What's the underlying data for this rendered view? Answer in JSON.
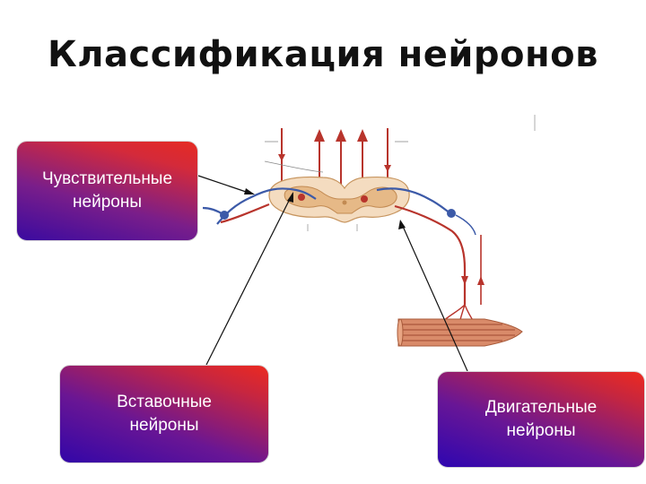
{
  "slide": {
    "title": "Классификация нейронов"
  },
  "labels": {
    "sensory": "Чувствительные\nнейроны",
    "interneuron": "Вставочные\nнейроны",
    "motor": "Двигательные\nнейроны"
  },
  "colors": {
    "box_gradient_start": "#3a0aa0",
    "box_gradient_end": "#e62b22",
    "nerve_red": "#b8342c",
    "nerve_blue": "#3c5aa8",
    "gray_matter": "#e9c49a",
    "white_matter": "#f4dcc0"
  }
}
